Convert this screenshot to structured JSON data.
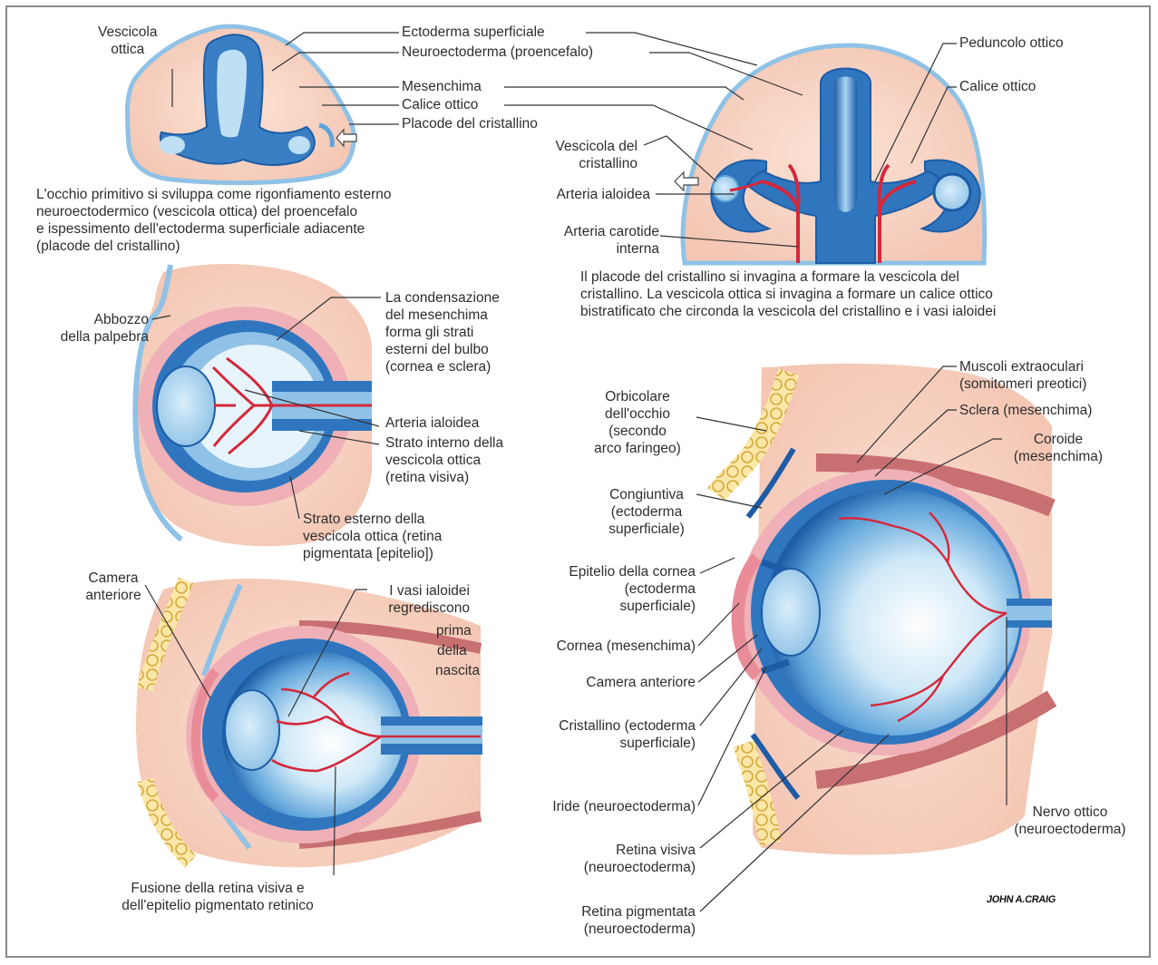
{
  "colors": {
    "mesenchyme": "#f8d6c6",
    "ectoderm": "#8fc2e6",
    "neuro_dark": "#1f5fa8",
    "neuro_light": "#bfe0f4",
    "artery": "#d4283b",
    "sclera_pink": "#e8a0a8",
    "muscle": "#c86f72",
    "orbicular": "#f2d27a",
    "leader": "#333333"
  },
  "panel1": {
    "labels": {
      "vescicola_ottica": "Vescicola\nottica",
      "ectoderma_superficiale": "Ectoderma superficiale",
      "neuroectoderma": "Neuroectoderma (proencefalo)",
      "mesenchima": "Mesenchima",
      "calice_ottico": "Calice ottico",
      "placode_cristallino": "Placode del cristallino"
    },
    "caption": "L'occhio primitivo si sviluppa come rigonfiamento esterno\nneuroectodermico (vescicola ottica) del proencefalo\ne ispessimento dell'ectoderma superficiale adiacente\n(placode del cristallino)"
  },
  "panel2": {
    "labels": {
      "peduncolo_ottico": "Peduncolo ottico",
      "calice_ottico": "Calice ottico",
      "vescicola_cristallino": "Vescicola del\ncristallino",
      "arteria_ialoidea": "Arteria ialoidea",
      "arteria_carotide": "Arteria carotide\ninterna"
    },
    "caption": "Il placode del cristallino si invagina a formare la vescicola del\ncristallino. La vescicola ottica si invagina a formare un calice ottico\nbistratificato che circonda la vescicola del cristallino e i vasi ialoidei"
  },
  "panel3": {
    "labels": {
      "abbozzo_palpebra": "Abbozzo\ndella palpebra",
      "condensazione": "La condensazione\ndel mesenchima\nforma gli strati\nesterni del bulbo\n(cornea e sclera)",
      "arteria_ialoidea": "Arteria ialoidea",
      "strato_interno": "Strato interno della\nvescicola ottica\n(retina visiva)",
      "strato_esterno": "Strato esterno della\nvescicola ottica (retina\npigmentata [epitelio])"
    }
  },
  "panel4": {
    "labels": {
      "camera_anteriore": "Camera\nanteriore",
      "vasi_ialoidei": "I vasi ialoidei\nregrediscono",
      "prima": "prima",
      "della": "della",
      "nascita": "nascita",
      "fusione": "Fusione della retina visiva e\ndell'epitelio pigmentato retinico"
    }
  },
  "panel5": {
    "labels": {
      "muscoli": "Muscoli extraoculari\n(somitomeri preotici)",
      "sclera": "Sclera (mesenchima)",
      "coroide": "Coroide\n(mesenchima)",
      "orbicolare": "Orbicolare\ndell'occhio\n(secondo\narco faringeo)",
      "congiuntiva": "Congiuntiva\n(ectoderma\nsuperficiale)",
      "epitelio_cornea": "Epitelio della cornea\n(ectoderma\nsuperficiale)",
      "cornea": "Cornea (mesenchima)",
      "camera_anteriore": "Camera anteriore",
      "cristallino": "Cristallino (ectoderma\nsuperficiale)",
      "iride": "Iride (neuroectoderma)",
      "retina_visiva": "Retina visiva\n(neuroectoderma)",
      "retina_pigmentata": "Retina pigmentata\n(neuroectoderma)",
      "nervo_ottico": "Nervo ottico\n(neuroectoderma)"
    },
    "signature": "JOHN A.CRAIG"
  }
}
